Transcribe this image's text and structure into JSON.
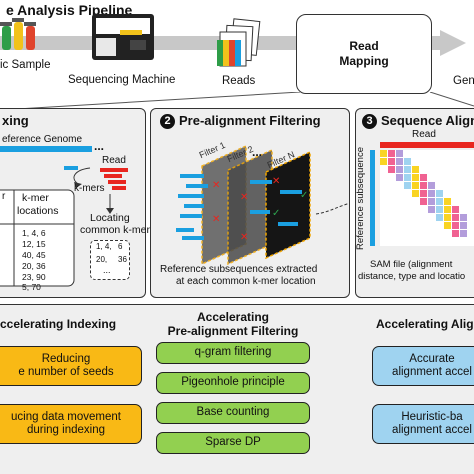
{
  "pipeline": {
    "title": "e Analysis Pipeline",
    "genetic_sample": "ic Sample",
    "sequencing_machine": "Sequencing Machine",
    "reads": "Reads",
    "read_mapping": [
      "Read",
      "Mapping"
    ],
    "genome_partial": "Gen"
  },
  "indexing": {
    "title": "xing",
    "reference_genome": "eference Genome",
    "ellipsis": "...",
    "read": "Read",
    "kmers": "k-mers",
    "kmer_header": [
      "k-mer",
      "locations"
    ],
    "locations": [
      "1, 4, 6",
      "12, 15",
      "40, 45",
      "20, 36",
      "23, 90",
      "5, 70"
    ],
    "locating": [
      "Locating",
      "common k-mers"
    ],
    "loc_box": [
      "1, 4,",
      "6",
      "20,",
      "36",
      "..."
    ]
  },
  "prealign": {
    "number": "2",
    "title": "Pre-alignment Filtering",
    "filters": [
      "Filter 1",
      "Filter 2",
      "Filter N"
    ],
    "ellipsis": "...",
    "caption": [
      "Reference subsequences extracted",
      "at each common k-mer location"
    ]
  },
  "seqalign": {
    "number": "3",
    "title": "Sequence Aligne",
    "read": "Read",
    "ref_subseq": "Reference subsequence",
    "sam": [
      "SAM file (alignment",
      "distance, type and locatio"
    ]
  },
  "accel_indexing": {
    "title": "ccelerating Indexing",
    "items": [
      [
        "Reducing",
        "e number of seeds"
      ],
      [
        "ucing data movement",
        "during indexing"
      ]
    ]
  },
  "accel_prealign": {
    "title": [
      "Accelerating",
      "Pre-alignment Filtering"
    ],
    "items": [
      "q-gram filtering",
      "Pigeonhole principle",
      "Base counting",
      "Sparse DP"
    ]
  },
  "accel_align": {
    "title": "Accelerating Alig",
    "items": [
      [
        "Accurate",
        "alignment accel"
      ],
      [
        "Heuristic-ba",
        "alignment accel"
      ]
    ]
  },
  "colors": {
    "panel": "#efefef",
    "orange": "#f9b915",
    "green": "#92d050",
    "blue": "#9fd3f0",
    "read_red": "#e8261f",
    "ref_blue": "#1a9fe0"
  }
}
